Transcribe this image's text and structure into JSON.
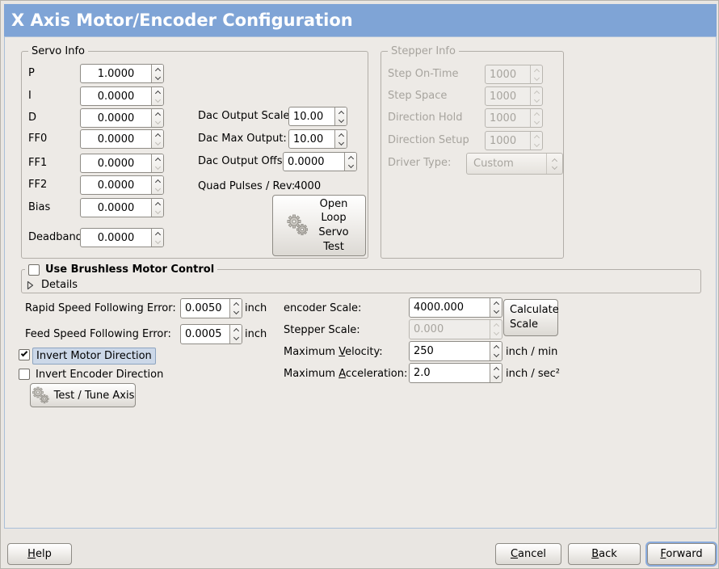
{
  "window": {
    "title": "X Axis Motor/Encoder Configuration"
  },
  "colors": {
    "titlebar_blue": "#7fa4d6",
    "content_border_blue": "#a9bfd9",
    "selection_highlight": "#ccd8e8",
    "focus_ring_blue": "#8aabdc",
    "background": "#e9e6e2",
    "panel": "#edeae6"
  },
  "icons": {
    "buttons": "gears-icon",
    "expander": "triangle-right-icon",
    "spinners": "chevron-up-icon / chevron-down-icon"
  },
  "servo": {
    "frame_label": "Servo Info",
    "rows": [
      {
        "label": "P",
        "value": "1.0000"
      },
      {
        "label": "I",
        "value": "0.0000"
      },
      {
        "label": "D",
        "value": "0.0000"
      },
      {
        "label": "FF0",
        "value": "0.0000"
      },
      {
        "label": "FF1",
        "value": "0.0000"
      },
      {
        "label": "FF2",
        "value": "0.0000"
      },
      {
        "label": "Bias",
        "value": "0.0000"
      },
      {
        "label": "Deadband",
        "value": "0.0000"
      }
    ]
  },
  "dac": {
    "rows": [
      {
        "label": "Dac Output Scale:",
        "value": "10.00"
      },
      {
        "label": "Dac Max Output:",
        "value": "10.00"
      },
      {
        "label": "Dac Output Offset:",
        "value": "0.0000"
      }
    ],
    "quad_label": "Quad Pulses / Rev:",
    "quad_value": "4000",
    "open_loop_button_label": "Open Loop Servo Test"
  },
  "stepper": {
    "frame_label": "Stepper Info",
    "disabled": true,
    "rows": [
      {
        "label": "Step On-Time",
        "value": "1000"
      },
      {
        "label": "Step Space",
        "value": "1000"
      },
      {
        "label": "Direction Hold",
        "value": "1000"
      },
      {
        "label": "Direction Setup",
        "value": "1000"
      }
    ],
    "driver_type_label": "Driver Type:",
    "driver_type_value": "Custom"
  },
  "brushless": {
    "checkbox_label": "Use Brushless Motor Control",
    "checked": false,
    "details_label": "Details"
  },
  "following_error": {
    "rapid": {
      "label": "Rapid Speed Following Error:",
      "value": "0.0050",
      "unit": "inch"
    },
    "feed": {
      "label": "Feed Speed Following Error:",
      "value": "0.0005",
      "unit": "inch"
    }
  },
  "direction": {
    "invert_motor": {
      "label": "Invert Motor Direction",
      "checked": true
    },
    "invert_encoder": {
      "label": "Invert Encoder Direction",
      "checked": false
    },
    "test_tune_button_label": "Test / Tune Axis"
  },
  "scaling": {
    "encoder": {
      "label": "encoder Scale:",
      "value": "4000.000"
    },
    "calculate_button_label": "Calculate Scale",
    "stepper": {
      "label": "Stepper Scale:",
      "value": "0.000",
      "disabled": true
    },
    "velocity": {
      "label_pre": "Maximum ",
      "label_mn": "V",
      "label_post": "elocity:",
      "value": "250",
      "unit": "inch / min"
    },
    "acceleration": {
      "label_pre": "Maximum ",
      "label_mn": "A",
      "label_post": "cceleration:",
      "value": "2.0",
      "unit": "inch / sec²"
    }
  },
  "actions": {
    "help": {
      "mn": "H",
      "rest": "elp"
    },
    "cancel": {
      "mn": "C",
      "rest": "ancel"
    },
    "back": {
      "mn": "B",
      "rest": "ack"
    },
    "forward": {
      "mn": "F",
      "rest": "orward"
    }
  }
}
